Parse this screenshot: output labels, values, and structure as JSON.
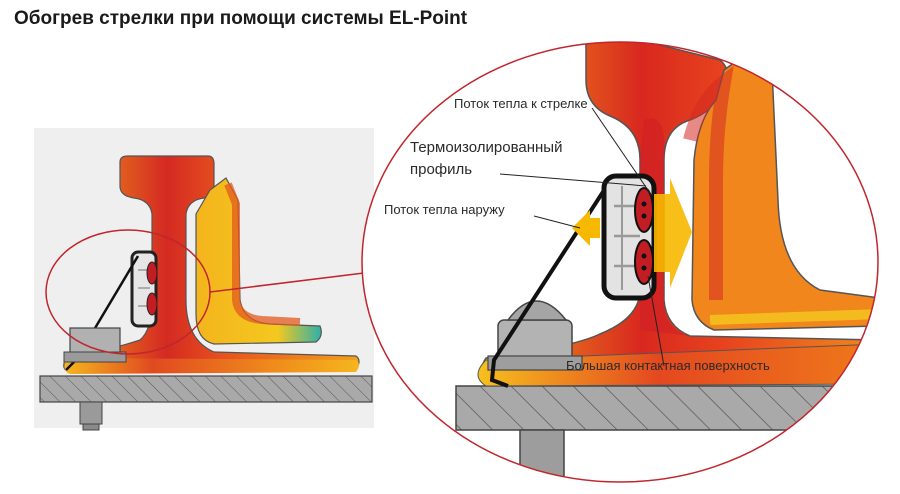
{
  "title": "Обогрев стрелки при помощи системы EL-Point",
  "labels": {
    "heat_to_switch": "Поток тепла к стрелке",
    "insulated_profile_1": "Термоизолированный",
    "insulated_profile_2": "профиль",
    "heat_out": "Поток тепла наружу",
    "contact_surface": "Большая контактная поверхность"
  },
  "colors": {
    "hot": "#d41f26",
    "warm": "#ef7a1a",
    "mild": "#f6b21b",
    "cool": "#2fb1a8",
    "arrow": "#f7b800",
    "circle": "#c0262d"
  }
}
